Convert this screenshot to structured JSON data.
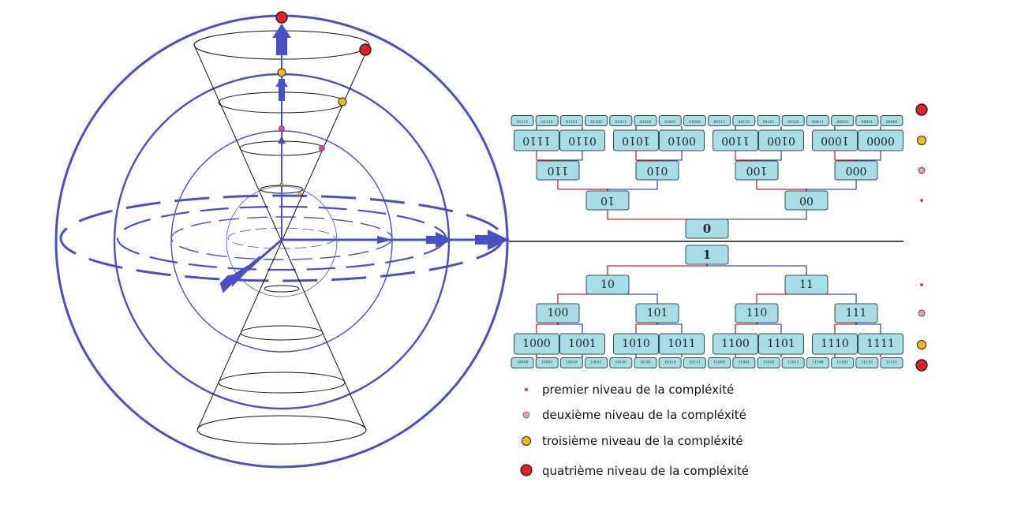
{
  "root_upper": "0",
  "root_lower": "1",
  "upper_tree": {
    "level1": [
      "10",
      "00"
    ],
    "level2": [
      "110",
      "010",
      "100",
      "000"
    ],
    "level3": [
      "1110",
      "0110",
      "1010",
      "0010",
      "1100",
      "0100",
      "1000",
      "0000"
    ],
    "level4": [
      "11110",
      "01110",
      "10110",
      "00110",
      "11010",
      "01010",
      "10010",
      "00010",
      "11100",
      "01100",
      "10100",
      "00100",
      "11000",
      "01000",
      "10000",
      "00000"
    ]
  },
  "lower_tree": {
    "level1": [
      "10",
      "11"
    ],
    "level2": [
      "100",
      "101",
      "110",
      "111"
    ],
    "level3": [
      "1000",
      "1001",
      "1010",
      "1011",
      "1100",
      "1101",
      "1110",
      "1111"
    ],
    "level4": [
      "10000",
      "10001",
      "10010",
      "10011",
      "10100",
      "10101",
      "10110",
      "10111",
      "11000",
      "11001",
      "11010",
      "11011",
      "11100",
      "11101",
      "11110",
      "11111"
    ]
  },
  "legend": [
    {
      "label": "premier niveau de la compléxité",
      "color": "#d0309a"
    },
    {
      "label": "deuxième niveau de la compléxité",
      "color": "#e8a0b4"
    },
    {
      "label": "troisième niveau de la compléxité",
      "color": "#f2b81e"
    },
    {
      "label": "quatrième niveau de la compléxité",
      "color": "#e0202a"
    }
  ],
  "colors": {
    "sphere": "#4a4fc4",
    "arrow": "#4a4fc4",
    "connector_red": "#c8282e",
    "connector_blue": "#3a4fc0",
    "node_fill": "#a9dde6"
  }
}
